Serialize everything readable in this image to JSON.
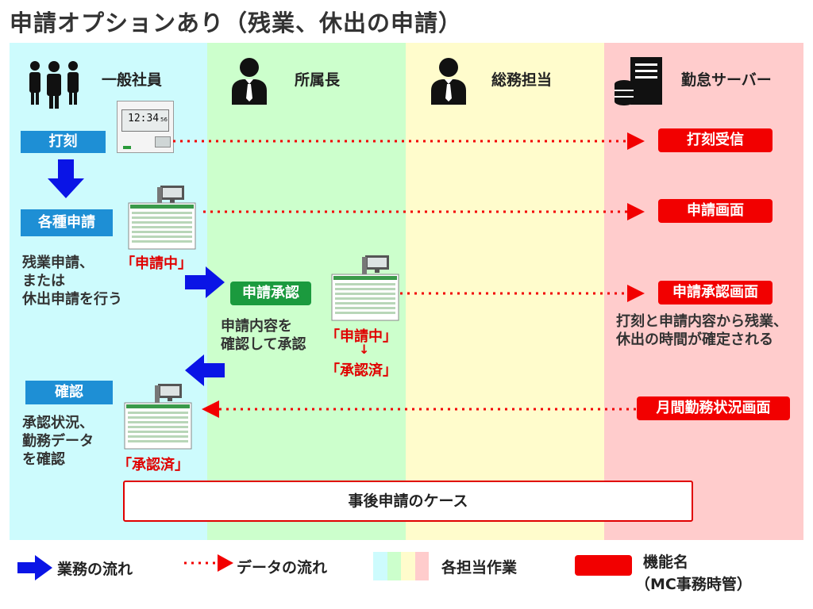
{
  "title": "申請オプションあり（残業、休出の申請）",
  "lanes": [
    {
      "label": "一般社員",
      "color": "#cdfbfd"
    },
    {
      "label": "所属長",
      "color": "#ccffcc"
    },
    {
      "label": "総務担当",
      "color": "#fffccc"
    },
    {
      "label": "勤怠サーバー",
      "color": "#ffcccc"
    }
  ],
  "terminal_time": "12:34",
  "terminal_sec": "56",
  "steps": {
    "dakoku": "打刻",
    "kakushu": "各種申請",
    "shinsei_shonin": "申請承認",
    "kakunin": "確認"
  },
  "notes": {
    "employee_apply": [
      "残業申請、",
      "または",
      "休出申請を行う"
    ],
    "manager_check": [
      "申請内容を",
      "確認して承認"
    ],
    "server_note": [
      "打刻と申請内容から残業、",
      "休出の時間が確定される"
    ],
    "employee_confirm": [
      "承認状況、",
      "勤務データ",
      "を確認"
    ]
  },
  "status": {
    "pending": "「申請中」",
    "pending2": "「申請中」",
    "arrow": "↓",
    "approved": "「承認済」",
    "approved2": "「承認済」"
  },
  "functions": {
    "receive": "打刻受信",
    "apply_screen": "申請画面",
    "approve_screen": "申請承認画面",
    "monthly_screen": "月間勤務状況画面"
  },
  "post_case": "事後申請のケース",
  "legend": {
    "work_flow": "業務の流れ",
    "data_flow": "データの流れ",
    "task": "各担当作業",
    "function_name": "機能名",
    "function_sub": "（MC事務時管）"
  },
  "colors": {
    "blue_arrow": "#0a14e6",
    "red": "#f20000",
    "btn_blue": "#1e8fd5",
    "btn_green": "#1b9a3e"
  }
}
